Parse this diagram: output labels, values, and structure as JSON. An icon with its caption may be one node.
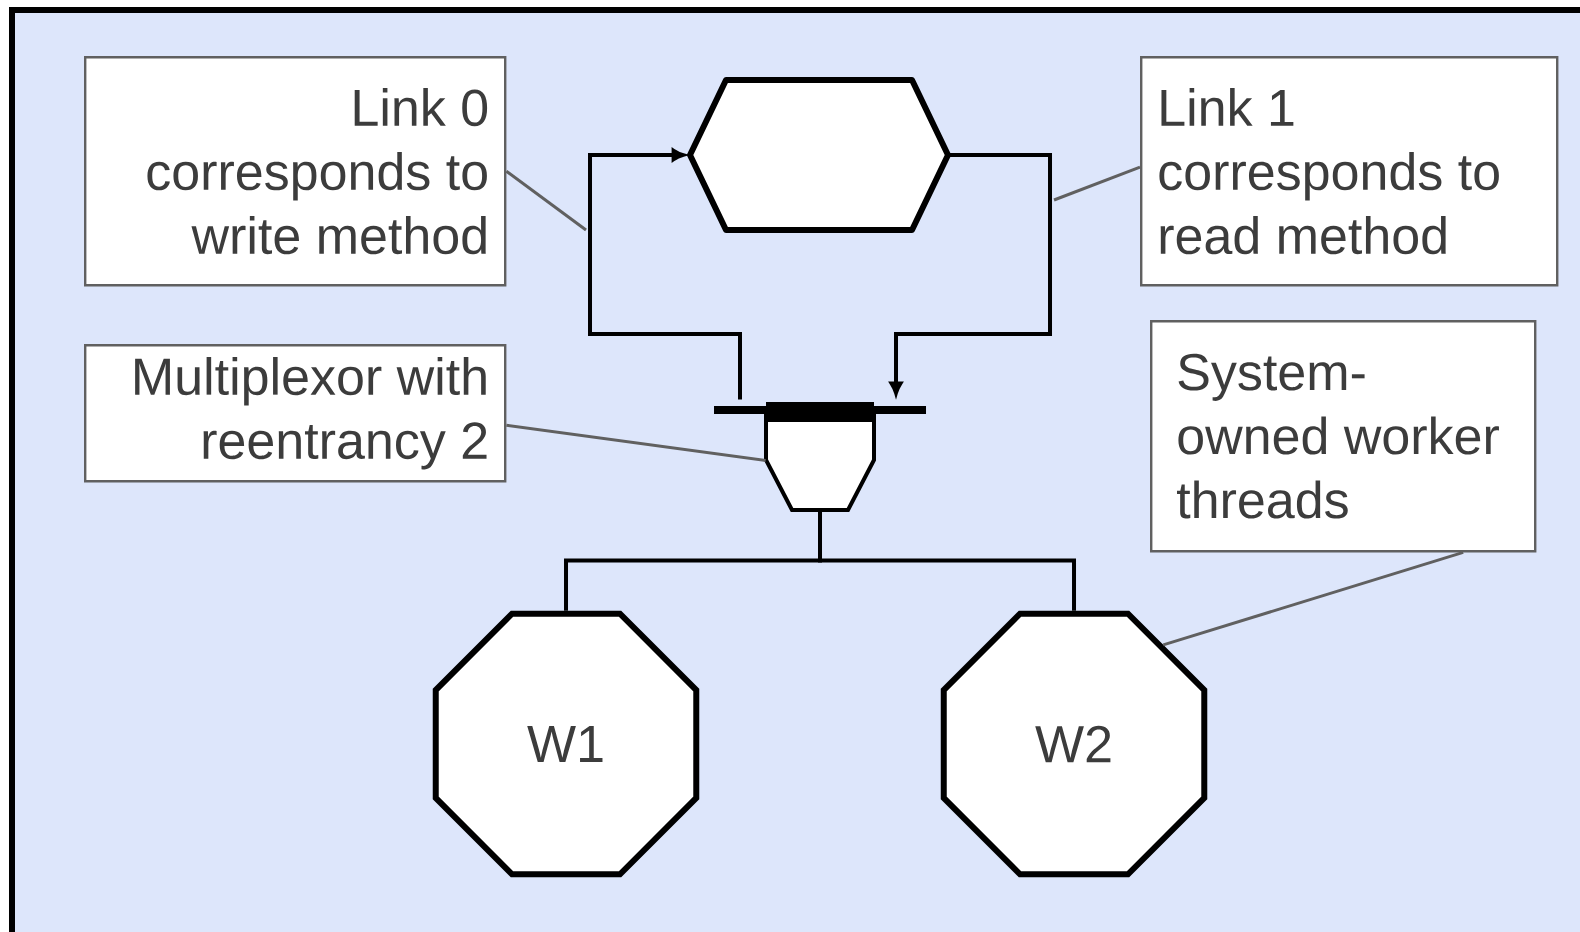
{
  "diagram": {
    "nodes": [
      {
        "text": [
          "Link 0 corresponds to write method"
        ]
      },
      {
        "text": [],
        "shape": "hexagon"
      },
      {
        "text": [
          "Link 1 corresponds to read method"
        ]
      },
      {
        "text": [
          "Multiplexor with reentrancy 2"
        ]
      },
      {
        "text": [],
        "shape": "trapezoid"
      },
      {
        "text": [
          "System-owned worker threads"
        ]
      },
      {
        "text": [
          "W1"
        ]
      },
      {
        "text": [
          "W2"
        ]
      }
    ],
    "edges": [
      {
        "from": 4,
        "to": 1,
        "arrow": "to"
      },
      {
        "from": 1,
        "to": 4,
        "arrow": "to"
      },
      {
        "from": 0,
        "to": null,
        "arrow": "none",
        "color": "#606060"
      },
      {
        "from": 2,
        "to": null,
        "arrow": "none",
        "color": "#606060"
      },
      {
        "from": 3,
        "to": 4,
        "arrow": "none",
        "color": "#606060"
      },
      {
        "from": 5,
        "to": 7,
        "arrow": "none",
        "color": "#606060"
      },
      {
        "from": 4,
        "to": 6,
        "arrow": "none"
      },
      {
        "from": 4,
        "to": 7,
        "arrow": "none"
      }
    ]
  }
}
